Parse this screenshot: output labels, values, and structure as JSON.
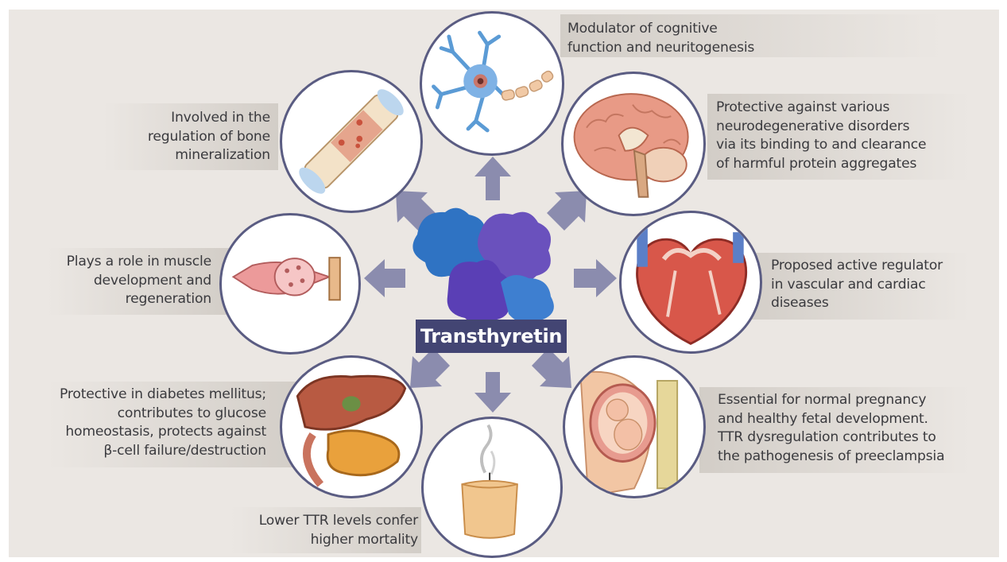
{
  "center": {
    "title": "Transthyretin",
    "icon": "ttr-protein-icon"
  },
  "functions": {
    "neuron": {
      "icon": "neuron-icon",
      "text": "Modulator of cognitive\nfunction and neuritogenesis"
    },
    "brain": {
      "icon": "brain-icon",
      "text": "Protective against various\nneurodegenerative disorders\nvia its binding to and clearance\nof harmful protein aggregates"
    },
    "heart": {
      "icon": "heart-icon",
      "text": "Proposed active regulator\nin vascular and cardiac\ndiseases"
    },
    "pregnancy": {
      "icon": "pregnancy-icon",
      "text": "Essential for normal pregnancy\nand healthy fetal development.\nTTR dysregulation contributes to\nthe pathogenesis of preeclampsia"
    },
    "mortality": {
      "icon": "extinguished-candle-icon",
      "text": "Lower TTR levels confer\nhigher mortality"
    },
    "diabetes": {
      "icon": "liver-pancreas-icon",
      "text": "Protective in diabetes mellitus;\ncontributes to glucose\nhomeostasis, protects against\nβ-cell failure/destruction"
    },
    "muscle": {
      "icon": "muscle-icon",
      "text": "Plays a role in muscle\ndevelopment and\nregeneration"
    },
    "bone": {
      "icon": "bone-icon",
      "text": "Involved in the\nregulation of bone\nmineralization"
    }
  },
  "colors": {
    "background": "#ebe7e3",
    "circle_border": "#5a5c82",
    "arrow": "#8b8cae",
    "title_box": "#434573",
    "text": "#3a3a3e"
  }
}
